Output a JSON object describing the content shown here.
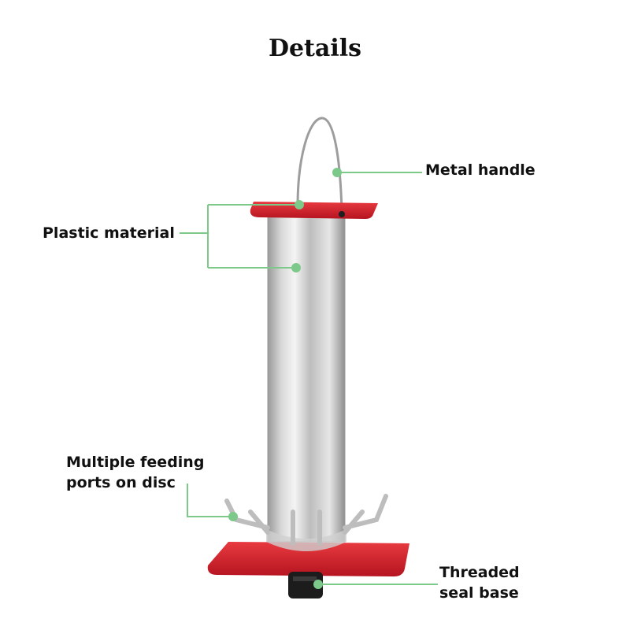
{
  "title": "Details",
  "labels": {
    "metal_handle": "Metal handle",
    "plastic_material": "Plastic material",
    "feeding_ports": "Multiple feeding ports on disc",
    "seal_base": "Threaded seal base"
  },
  "colors": {
    "leader_line": "#7cc98a",
    "tray_red": "#d8202a",
    "text": "#111111"
  }
}
